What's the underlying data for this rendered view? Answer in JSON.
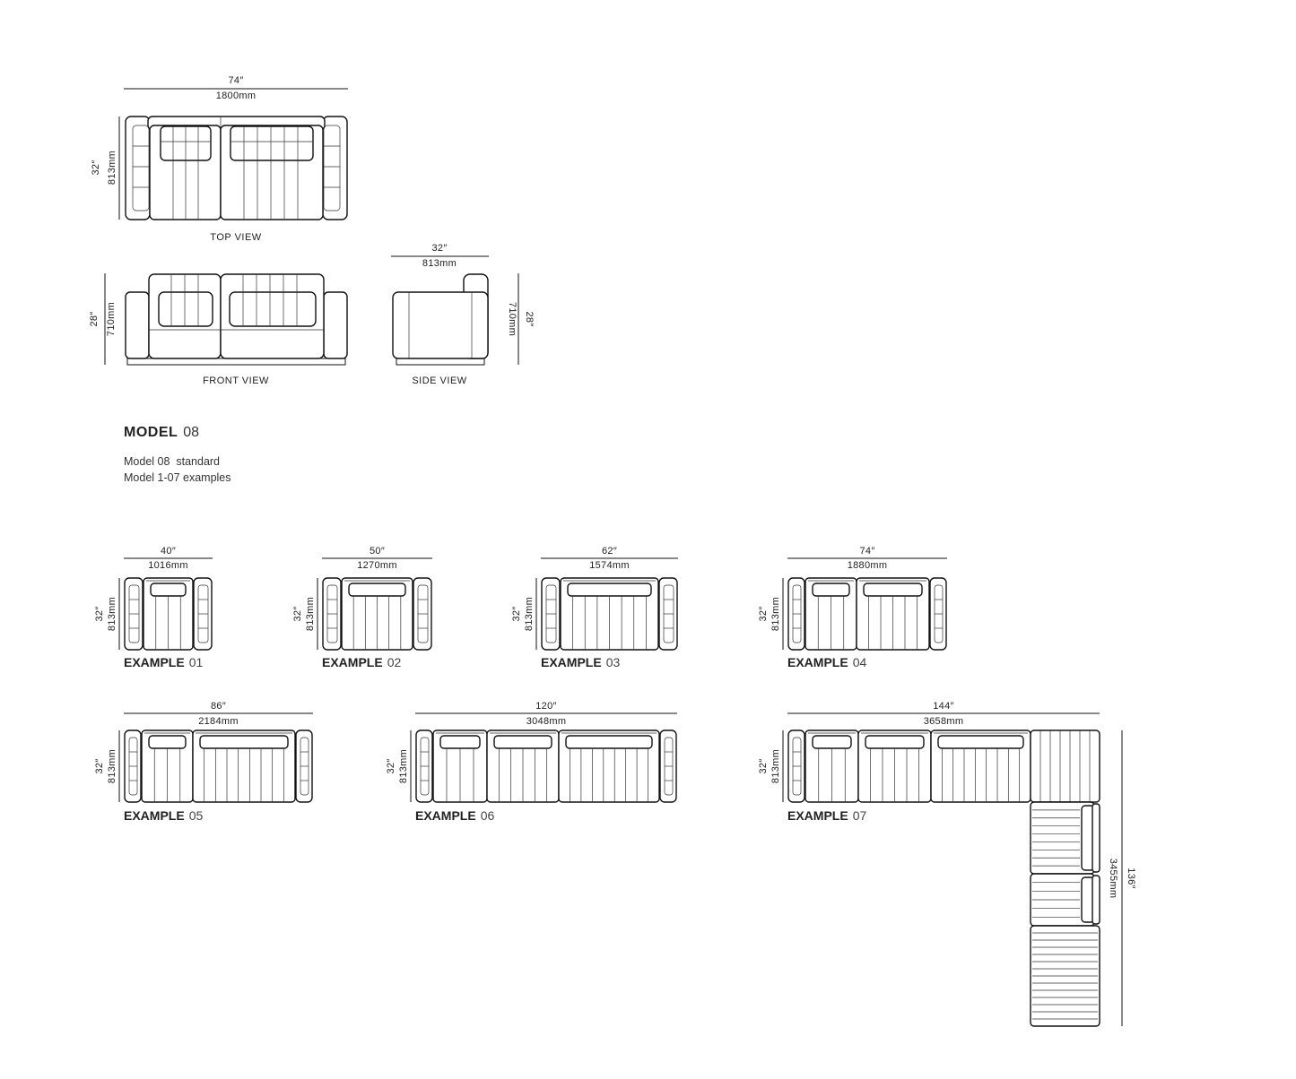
{
  "views": {
    "top": {
      "caption": "TOP VIEW",
      "width_in": "74″",
      "width_mm": "1800mm",
      "depth_in": "32″",
      "depth_mm": "813mm"
    },
    "front": {
      "caption": "FRONT VIEW",
      "height_in": "28″",
      "height_mm": "710mm"
    },
    "side": {
      "caption": "SIDE VIEW",
      "width_in": "32″",
      "width_mm": "813mm",
      "height_in": "28″",
      "height_mm": "710mm"
    }
  },
  "model": {
    "label": "MODEL",
    "number": "08",
    "desc_line1": "Model 08  standard",
    "desc_line2": "Model 1-07 examples"
  },
  "examples": [
    {
      "label": "EXAMPLE",
      "number": "01",
      "width_in": "40″",
      "width_mm": "1016mm",
      "depth_in": "32″",
      "depth_mm": "813mm"
    },
    {
      "label": "EXAMPLE",
      "number": "02",
      "width_in": "50″",
      "width_mm": "1270mm",
      "depth_in": "32″",
      "depth_mm": "813mm"
    },
    {
      "label": "EXAMPLE",
      "number": "03",
      "width_in": "62″",
      "width_mm": "1574mm",
      "depth_in": "32″",
      "depth_mm": "813mm"
    },
    {
      "label": "EXAMPLE",
      "number": "04",
      "width_in": "74″",
      "width_mm": "1880mm",
      "depth_in": "32″",
      "depth_mm": "813mm"
    },
    {
      "label": "EXAMPLE",
      "number": "05",
      "width_in": "86″",
      "width_mm": "2184mm",
      "depth_in": "32″",
      "depth_mm": "813mm"
    },
    {
      "label": "EXAMPLE",
      "number": "06",
      "width_in": "120″",
      "width_mm": "3048mm",
      "depth_in": "32″",
      "depth_mm": "813mm"
    },
    {
      "label": "EXAMPLE",
      "number": "07",
      "width_in": "144″",
      "width_mm": "3658mm",
      "depth_in": "32″",
      "depth_mm": "813mm",
      "length_in": "136″",
      "length_mm": "3455mm"
    }
  ]
}
